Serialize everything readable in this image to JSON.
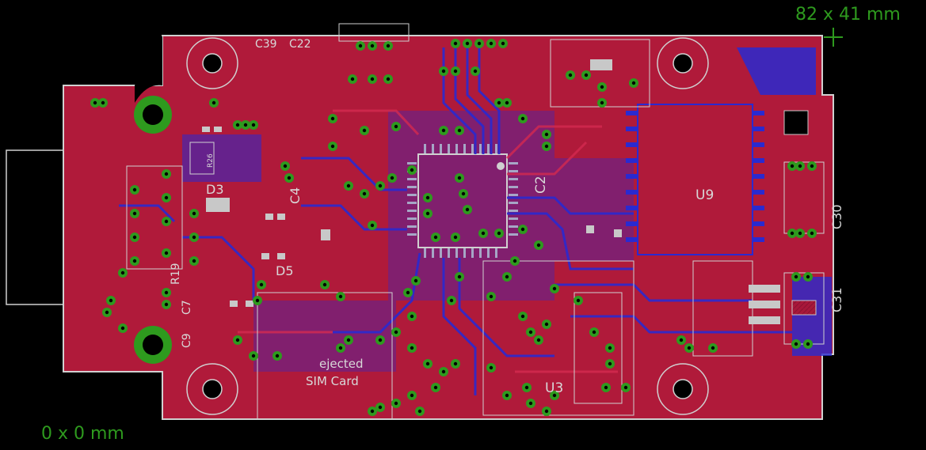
{
  "dimensions": {
    "top_right": "82 x 41 mm",
    "bottom_left": "0 x 0 mm"
  },
  "colors": {
    "background": "#000000",
    "copper_top": "#b01a3a",
    "copper_bottom": "#2a2ad0",
    "via_ring": "#2e9a1e",
    "silkscreen": "#d8d8d8",
    "outline": "#d0d0d0",
    "dimension_text": "#2e9a1e"
  },
  "silkscreen_labels": {
    "u9": "U9",
    "u3": "U3",
    "d3": "D3",
    "d5": "D5",
    "c2": "C2",
    "c4": "C4",
    "c30": "C30",
    "c31": "C31",
    "c39": "C39",
    "c22": "C22",
    "c7": "C7",
    "c9": "C9",
    "r19": "R19",
    "r26": "R26",
    "sim_line1": "ejected",
    "sim_line2": "SIM Card"
  }
}
